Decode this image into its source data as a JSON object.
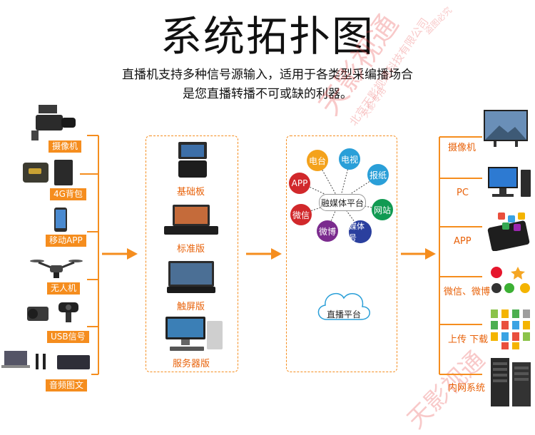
{
  "title": "系统拓扑图",
  "subtitle_line1": "直播机支持多种信号源输入，适用于各类型采编播场合",
  "subtitle_line2": "是您直播转播不可或缺的利器。",
  "inputs": [
    "摄像机",
    "4G背包",
    "移动APP",
    "无人机",
    "USB信号",
    "音频图文"
  ],
  "products": [
    "基础板",
    "标准版",
    "触屏版",
    "服务器版"
  ],
  "platform": {
    "center": "融媒体平台",
    "nodes": [
      "电台",
      "电视",
      "报纸",
      "网站",
      "媒体号",
      "微博",
      "微信",
      "APP"
    ],
    "live": "直播平台"
  },
  "outputs": [
    "摄像机",
    "PC",
    "APP",
    "微信、微博",
    "上传 下载",
    "内网系统"
  ],
  "watermarks": {
    "w1": "天影视通",
    "w2": "北京天影视通科技有限公司",
    "w3": "盗图必究",
    "w4": "天影专用"
  },
  "colors": {
    "accent": "#f58d1e",
    "label": "#e8620a"
  }
}
